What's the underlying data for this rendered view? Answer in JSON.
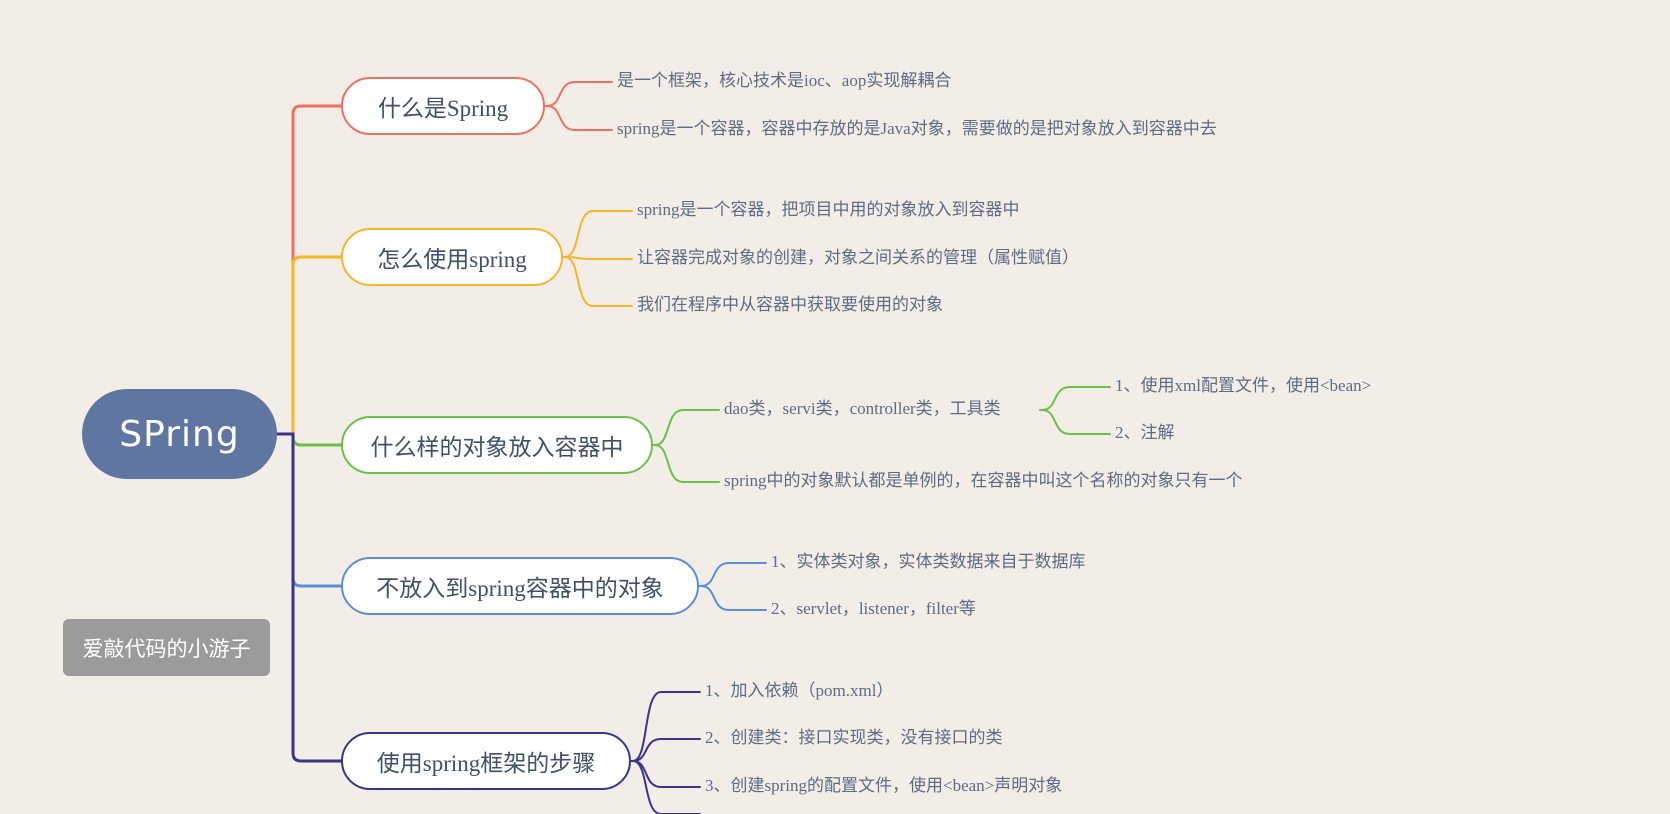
{
  "root": {
    "label": "SPring",
    "color": "#5f76a0"
  },
  "branches": [
    {
      "label": "什么是Spring",
      "color": "#f07060",
      "children": [
        {
          "label": "是一个框架，核心技术是ioc、aop实现解耦合"
        },
        {
          "label": "spring是一个容器，容器中存放的是Java对象，需要做的是把对象放入到容器中去"
        }
      ]
    },
    {
      "label": "怎么使用spring",
      "color": "#f5b62a",
      "children": [
        {
          "label": "spring是一个容器，把项目中用的对象放入到容器中"
        },
        {
          "label": "让容器完成对象的创建，对象之间关系的管理（属性赋值）"
        },
        {
          "label": "我们在程序中从容器中获取要使用的对象"
        }
      ]
    },
    {
      "label": "什么样的对象放入容器中",
      "color": "#6cc04a",
      "children": [
        {
          "label": "dao类，servi类，controller类，工具类",
          "children": [
            {
              "label": "1、使用xml配置文件，使用<bean>"
            },
            {
              "label": "2、注解"
            }
          ]
        },
        {
          "label": "spring中的对象默认都是单例的，在容器中叫这个名称的对象只有一个"
        }
      ]
    },
    {
      "label": "不放入到spring容器中的对象",
      "color": "#5a8fd8",
      "children": [
        {
          "label": "1、实体类对象，实体类数据来自于数据库"
        },
        {
          "label": "2、servlet，listener，filter等"
        }
      ]
    },
    {
      "label": "使用spring框架的步骤",
      "color": "#3c3488",
      "children": [
        {
          "label": "1、加入依赖（pom.xml）"
        },
        {
          "label": "2、创建类：接口实现类，没有接口的类"
        },
        {
          "label": "3、创建spring的配置文件，使用<bean>声明对象"
        }
      ]
    }
  ],
  "watermark": "爱敲代码的小游子"
}
